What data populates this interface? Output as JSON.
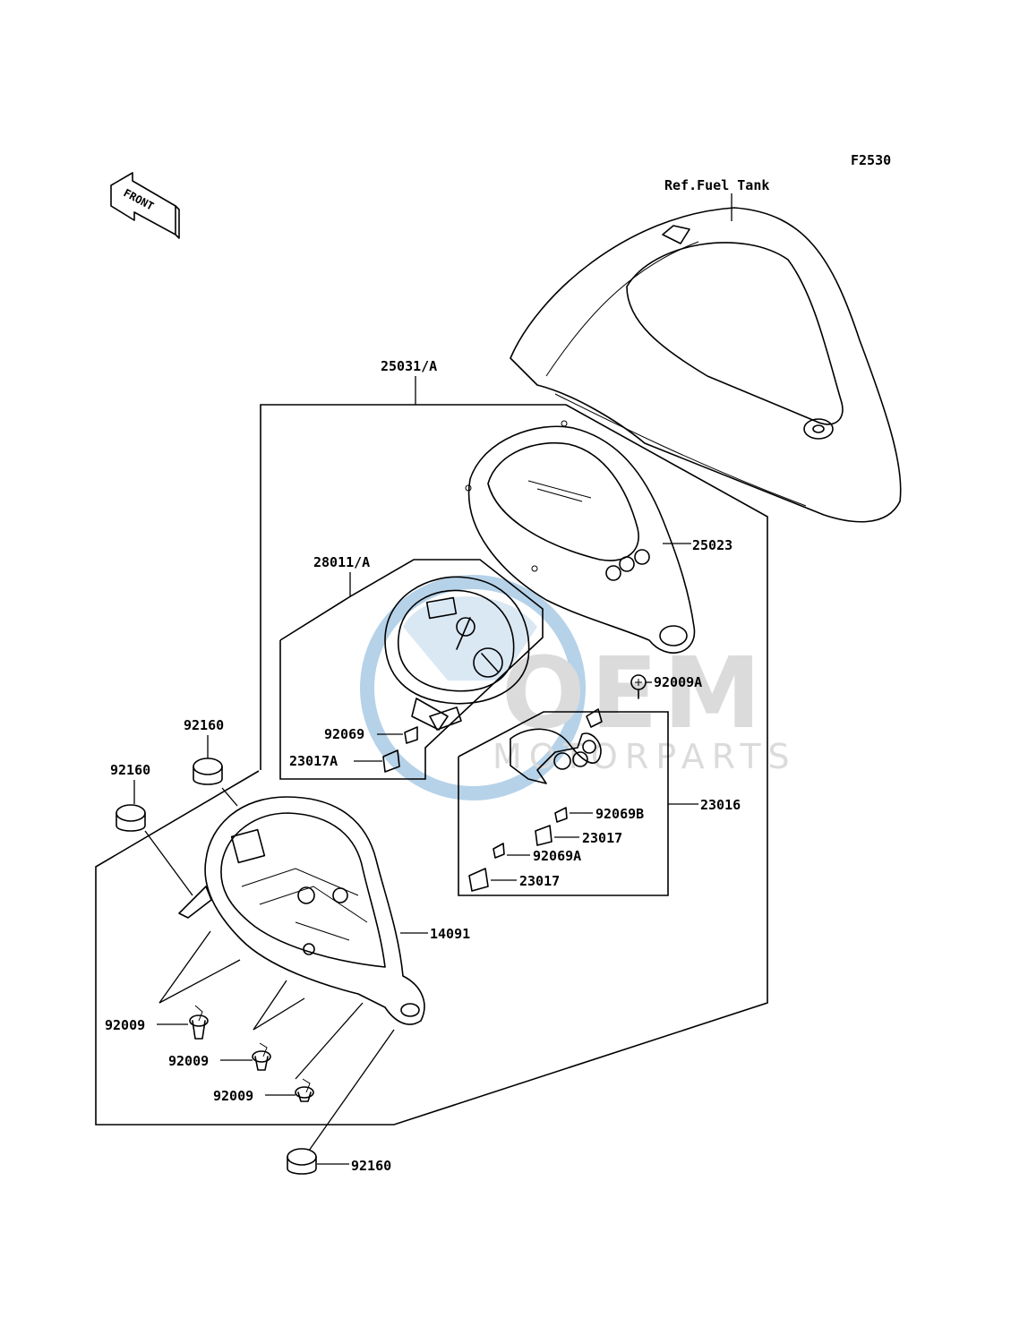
{
  "figure_code": "F2530",
  "front_label": "FRONT",
  "ref_label": "Ref.Fuel Tank",
  "watermark": {
    "brand": "OEM",
    "sub": "MOTORPARTS",
    "color": "#2f7fc1",
    "gray": "#9a9a9a"
  },
  "callouts": {
    "c25031A": "25031/A",
    "c25023": "25023",
    "c28011A": "28011/A",
    "c92009A": "92009A",
    "c92069": "92069",
    "c23017A": "23017A",
    "c92160_a": "92160",
    "c92160_b": "92160",
    "c23016": "23016",
    "c92069B": "92069B",
    "c23017_a": "23017",
    "c92069A": "92069A",
    "c23017_b": "23017",
    "c14091": "14091",
    "c92009_a": "92009",
    "c92009_b": "92009",
    "c92009_c": "92009",
    "c92160_c": "92160"
  }
}
